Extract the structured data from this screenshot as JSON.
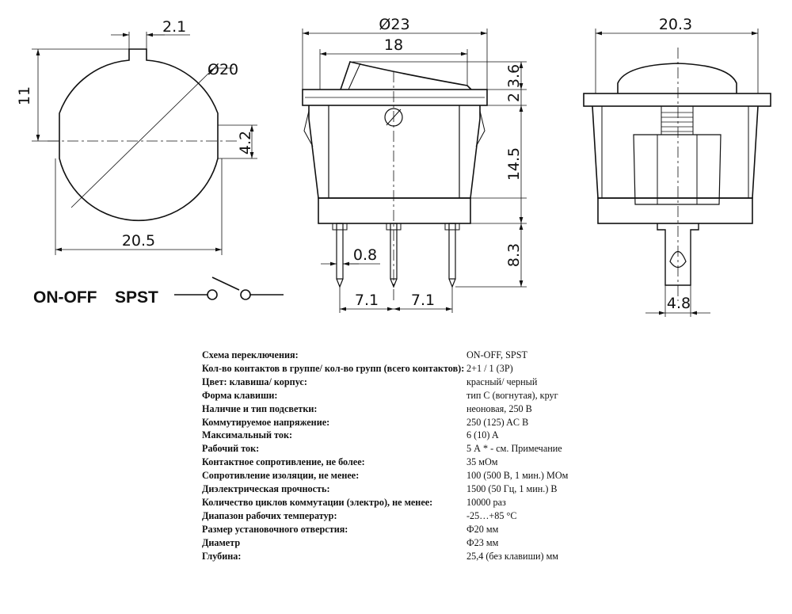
{
  "dimensions": {
    "front_tab_width": "2.1",
    "front_height": "11",
    "front_diameter": "Ø20",
    "front_flat": "4.2",
    "front_width": "20.5",
    "side_diameter": "Ø23",
    "side_width_18": "18",
    "side_rocker_height": "3.6",
    "side_flange_height": "2",
    "side_body_height": "14.5",
    "side_pin_length": "8.3",
    "side_pin_thickness": "0.8",
    "side_pitch_1": "7.1",
    "side_pitch_2": "7.1",
    "end_width": "20.3",
    "end_pin_width": "4.8"
  },
  "schematic": {
    "mode": "ON-OFF",
    "type": "SPST"
  },
  "specs": [
    {
      "param": "Схема переключения:",
      "value": "ON-OFF, SPST"
    },
    {
      "param": "Кол-во контактов в группе/ кол-во групп (всего контактов):",
      "value": "2+1 / 1 (3P)"
    },
    {
      "param": "Цвет: клавиша/ корпус:",
      "value": "красный/ черный"
    },
    {
      "param": "Форма клавиши:",
      "value": "тип C (вогнутая), круг"
    },
    {
      "param": "Наличие и тип подсветки:",
      "value": "неоновая, 250 В"
    },
    {
      "param": "Коммутируемое напряжение:",
      "value": "250 (125) AC B"
    },
    {
      "param": "Максимальный ток:",
      "value": "6 (10) A"
    },
    {
      "param": "Рабочий ток:",
      "value": "5 А * - см. Примечание"
    },
    {
      "param": "Контактное сопротивление, не более:",
      "value": "35 мОм"
    },
    {
      "param": "Сопротивление изоляции, не менее:",
      "value": "100 (500 В, 1 мин.) МОм"
    },
    {
      "param": "Диэлектрическая прочность:",
      "value": "1500 (50 Гц, 1 мин.) В"
    },
    {
      "param": "Количество циклов коммутации (электро), не менее:",
      "value": "10000 раз"
    },
    {
      "param": "Диапазон рабочих температур:",
      "value": "-25…+85 °C"
    },
    {
      "param": "Размер установочного отверстия:",
      "value": "Ф20 мм"
    },
    {
      "param": "Диаметр",
      "value": "Ф23 мм"
    },
    {
      "param": "Глубина:",
      "value": "25,4 (без клавиши) мм"
    }
  ]
}
